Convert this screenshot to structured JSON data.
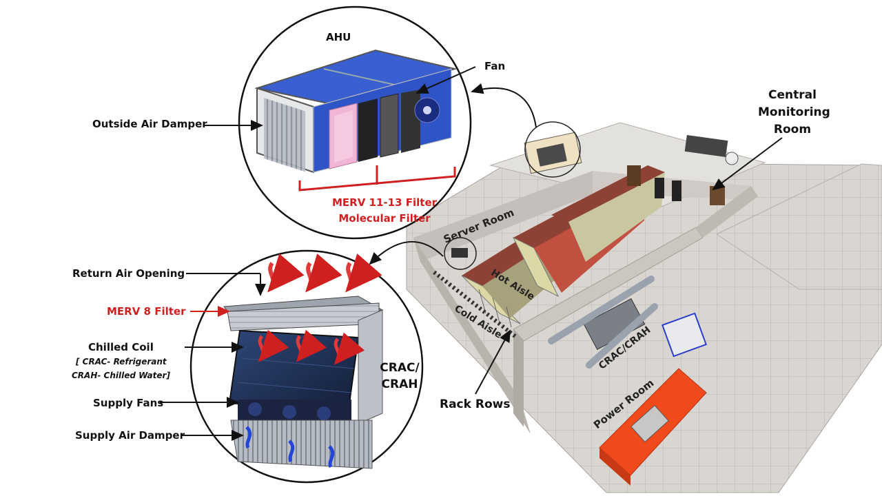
{
  "ahu": {
    "title": "AHU",
    "fan": "Fan",
    "outside_air_damper": "Outside Air Damper",
    "filter_line1": "MERV 11-13 Filter",
    "filter_line2": "Molecular Filter"
  },
  "crac": {
    "return_air_opening": "Return Air Opening",
    "merv8_filter": "MERV 8 Filter",
    "chilled_coil": "Chilled Coil",
    "chilled_coil_note1": "[ CRAC- Refrigerant",
    "chilled_coil_note2": "CRAH- Chilled Water]",
    "supply_fans": "Supply Fans",
    "supply_air_damper": "Supply Air Damper",
    "unit_line1": "CRAC/",
    "unit_line2": "CRAH"
  },
  "building": {
    "central_monitoring_line1": "Central",
    "central_monitoring_line2": "Monitoring",
    "central_monitoring_line3": "Room",
    "server_room": "Server Room",
    "hot_aisle": "Hot Aisle",
    "cold_aisle": "Cold Aisle",
    "rack_rows": "Rack Rows",
    "crac_crah": "CRAC/CRAH",
    "power_room": "Power Room"
  },
  "colors": {
    "accent_red": "#d01f1f",
    "ahu_blue": "#3a5fd0",
    "filter_pink": "#f1b6d6",
    "coil_blue": "#1d2e55",
    "power_orange": "#f04a1c"
  }
}
